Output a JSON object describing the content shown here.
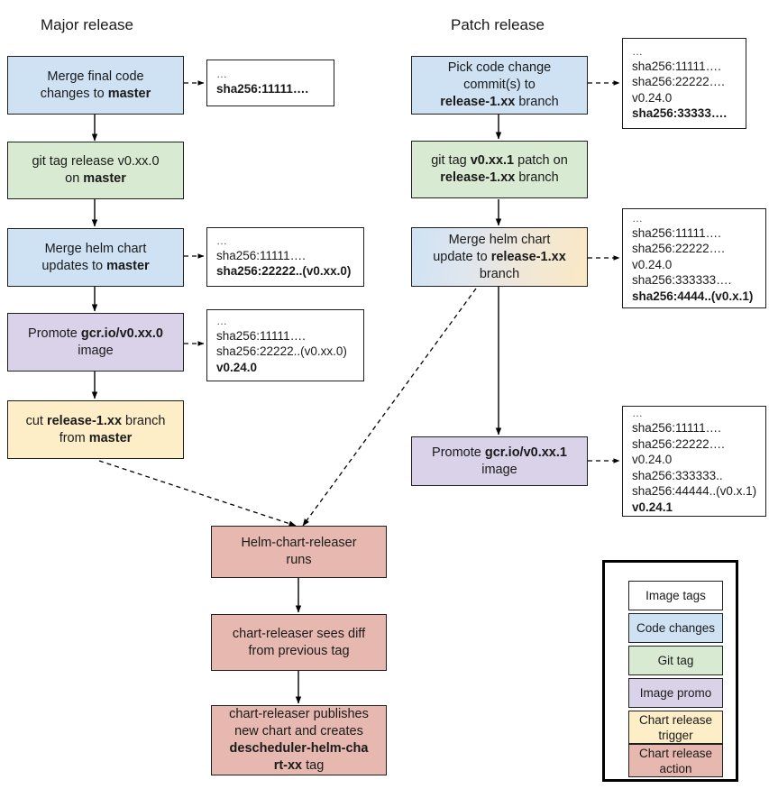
{
  "columns": {
    "major_title": "Major release",
    "patch_title": "Patch release"
  },
  "major_flow": [
    {
      "id": "merge-final-code",
      "type": "Code changes",
      "color": "#cfe2f3",
      "lines": [
        {
          "text": "Merge final code",
          "bold_parts": []
        },
        {
          "text": "changes to master",
          "bold_parts": [
            "master"
          ]
        }
      ]
    },
    {
      "id": "git-tag-release",
      "type": "Git tag",
      "color": "#d9ead3",
      "lines": [
        {
          "text": "git tag release v0.xx.0",
          "bold_parts": []
        },
        {
          "text": "on master",
          "bold_parts": [
            "master"
          ]
        }
      ]
    },
    {
      "id": "merge-helm-chart-updates",
      "type": "Code changes",
      "color": "#cfe2f3",
      "lines": [
        {
          "text": "Merge helm chart",
          "bold_parts": []
        },
        {
          "text": "updates to master",
          "bold_parts": [
            "master"
          ]
        }
      ]
    },
    {
      "id": "promote-image-major",
      "type": "Image promo",
      "color": "#d9d2e9",
      "lines": [
        {
          "text": "Promote gcr.io/v0.xx.0",
          "bold_parts": [
            "gcr.io/v0.xx.0"
          ]
        },
        {
          "text": "image",
          "bold_parts": []
        }
      ]
    },
    {
      "id": "cut-release-branch",
      "type": "Chart release trigger",
      "color": "#fdeec8",
      "lines": [
        {
          "text": "cut release-1.xx branch",
          "bold_parts": [
            "release-1.xx"
          ]
        },
        {
          "text": "from master",
          "bold_parts": [
            "master"
          ]
        }
      ]
    }
  ],
  "patch_flow": [
    {
      "id": "pick-code-change-commits",
      "type": "Code changes",
      "color": "#cfe2f3",
      "lines": [
        {
          "text": "Pick code change",
          "bold_parts": []
        },
        {
          "text": "commit(s) to",
          "bold_parts": []
        },
        {
          "text": "release-1.xx branch",
          "bold_parts": [
            "release-1.xx"
          ]
        }
      ]
    },
    {
      "id": "git-tag-patch",
      "type": "Git tag",
      "color": "#d9ead3",
      "lines": [
        {
          "text": "git tag v0.xx.1 patch on",
          "bold_parts": [
            "v0.xx.1"
          ]
        },
        {
          "text": "release-1.xx branch",
          "bold_parts": [
            "release-1.xx"
          ]
        }
      ]
    },
    {
      "id": "merge-helm-chart-update-branch",
      "type": "Code changes + Chart release trigger",
      "color": "gradient",
      "lines": [
        {
          "text": "Merge helm chart",
          "bold_parts": []
        },
        {
          "text": "update to release-1.xx",
          "bold_parts": [
            "release-1.xx"
          ]
        },
        {
          "text": "branch",
          "bold_parts": []
        }
      ]
    },
    {
      "id": "promote-image-patch",
      "type": "Image promo",
      "color": "#d9d2e9",
      "lines": [
        {
          "text": "Promote gcr.io/v0.xx.1",
          "bold_parts": [
            "gcr.io/v0.xx.1"
          ]
        },
        {
          "text": "image",
          "bold_parts": []
        }
      ]
    }
  ],
  "chart_release_flow": [
    {
      "id": "helm-chart-releaser-runs",
      "type": "Chart release action",
      "color": "#e6b8af",
      "lines": [
        {
          "text": "Helm-chart-releaser",
          "bold_parts": []
        },
        {
          "text": "runs",
          "bold_parts": []
        }
      ]
    },
    {
      "id": "chart-releaser-sees-diff",
      "type": "Chart release action",
      "color": "#e6b8af",
      "lines": [
        {
          "text": "chart-releaser sees diff",
          "bold_parts": []
        },
        {
          "text": "from previous tag",
          "bold_parts": []
        }
      ]
    },
    {
      "id": "chart-releaser-publishes",
      "type": "Chart release action",
      "color": "#e6b8af",
      "lines": [
        {
          "text": "chart-releaser publishes",
          "bold_parts": []
        },
        {
          "text": "new chart and creates",
          "bold_parts": []
        },
        {
          "text": "descheduler-helm-cha",
          "bold_parts": [
            "descheduler-helm-cha"
          ]
        },
        {
          "text": "rt-xx tag",
          "bold_parts": [
            "rt-xx"
          ]
        }
      ]
    }
  ],
  "tag_notes": [
    {
      "id": "note-major-1",
      "source": "merge-final-code",
      "lines": [
        {
          "text": "…",
          "bold": false
        },
        {
          "text": "sha256:11111….",
          "bold": true
        }
      ]
    },
    {
      "id": "note-major-2",
      "source": "merge-helm-chart-updates",
      "lines": [
        {
          "text": "…",
          "bold": false
        },
        {
          "text": "sha256:11111….",
          "bold": false
        },
        {
          "text": "sha256:22222..(v0.xx.0)",
          "bold": true
        }
      ]
    },
    {
      "id": "note-major-3",
      "source": "promote-image-major",
      "lines": [
        {
          "text": "…",
          "bold": false
        },
        {
          "text": "sha256:11111….",
          "bold": false
        },
        {
          "text": "sha256:22222..(v0.xx.0)",
          "bold": false
        },
        {
          "text": "v0.24.0",
          "bold": true
        }
      ]
    },
    {
      "id": "note-patch-1",
      "source": "pick-code-change-commits",
      "lines": [
        {
          "text": "…",
          "bold": false
        },
        {
          "text": "sha256:11111….",
          "bold": false
        },
        {
          "text": "sha256:22222….",
          "bold": false
        },
        {
          "text": "v0.24.0",
          "bold": false
        },
        {
          "text": "sha256:33333….",
          "bold": true
        }
      ]
    },
    {
      "id": "note-patch-2",
      "source": "merge-helm-chart-update-branch",
      "lines": [
        {
          "text": "…",
          "bold": false
        },
        {
          "text": "sha256:11111….",
          "bold": false
        },
        {
          "text": "sha256:22222….",
          "bold": false
        },
        {
          "text": "v0.24.0",
          "bold": false
        },
        {
          "text": "sha256:333333….",
          "bold": false
        },
        {
          "text": "sha256:4444..(v0.x.1)",
          "bold": true
        }
      ]
    },
    {
      "id": "note-patch-3",
      "source": "promote-image-patch",
      "lines": [
        {
          "text": "…",
          "bold": false
        },
        {
          "text": "sha256:11111….",
          "bold": false
        },
        {
          "text": "sha256:22222….",
          "bold": false
        },
        {
          "text": "v0.24.0",
          "bold": false
        },
        {
          "text": "sha256:333333..",
          "bold": false
        },
        {
          "text": "sha256:44444..(v0.x.1)",
          "bold": false
        },
        {
          "text": "v0.24.1",
          "bold": true
        }
      ]
    }
  ],
  "legend": {
    "items": [
      {
        "label": "Image tags",
        "color": "#ffffff"
      },
      {
        "label": "Code changes",
        "color": "#cfe2f3"
      },
      {
        "label": "Git tag",
        "color": "#d9ead3"
      },
      {
        "label": "Image promo",
        "color": "#d9d2e9"
      },
      {
        "label": "Chart release trigger",
        "color": "#fdeec8"
      },
      {
        "label": "Chart release action",
        "color": "#e6b8af"
      }
    ]
  }
}
